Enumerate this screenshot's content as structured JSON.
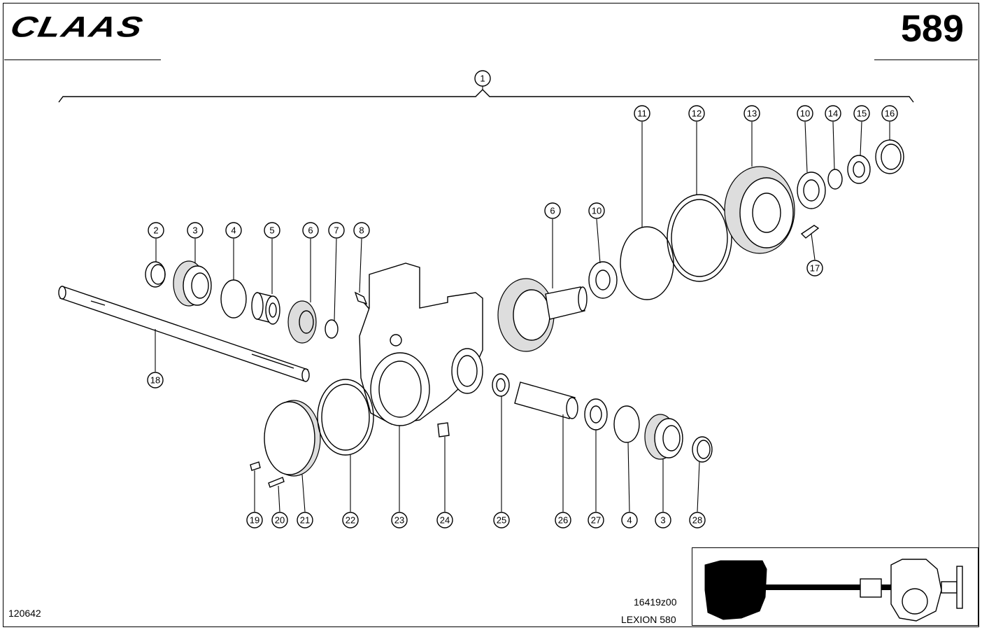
{
  "header": {
    "logo": "CLAAS",
    "page_number": "589"
  },
  "footer": {
    "drawing_id": "16419z00",
    "model": "LEXION 580",
    "doc_number": "120642"
  },
  "callouts": {
    "c1": "1",
    "c2": "2",
    "c3": "3",
    "c4": "4",
    "c5": "5",
    "c6": "6",
    "c7": "7",
    "c8": "8",
    "c6b": "6",
    "c10": "10",
    "c11": "11",
    "c12": "12",
    "c13": "13",
    "c10b": "10",
    "c14": "14",
    "c15": "15",
    "c16": "16",
    "c17": "17",
    "c18": "18",
    "c19": "19",
    "c20": "20",
    "c21": "21",
    "c22": "22",
    "c23": "23",
    "c24": "24",
    "c25": "25",
    "c26": "26",
    "c27": "27",
    "c4b": "4",
    "c3b": "3",
    "c28": "28"
  }
}
